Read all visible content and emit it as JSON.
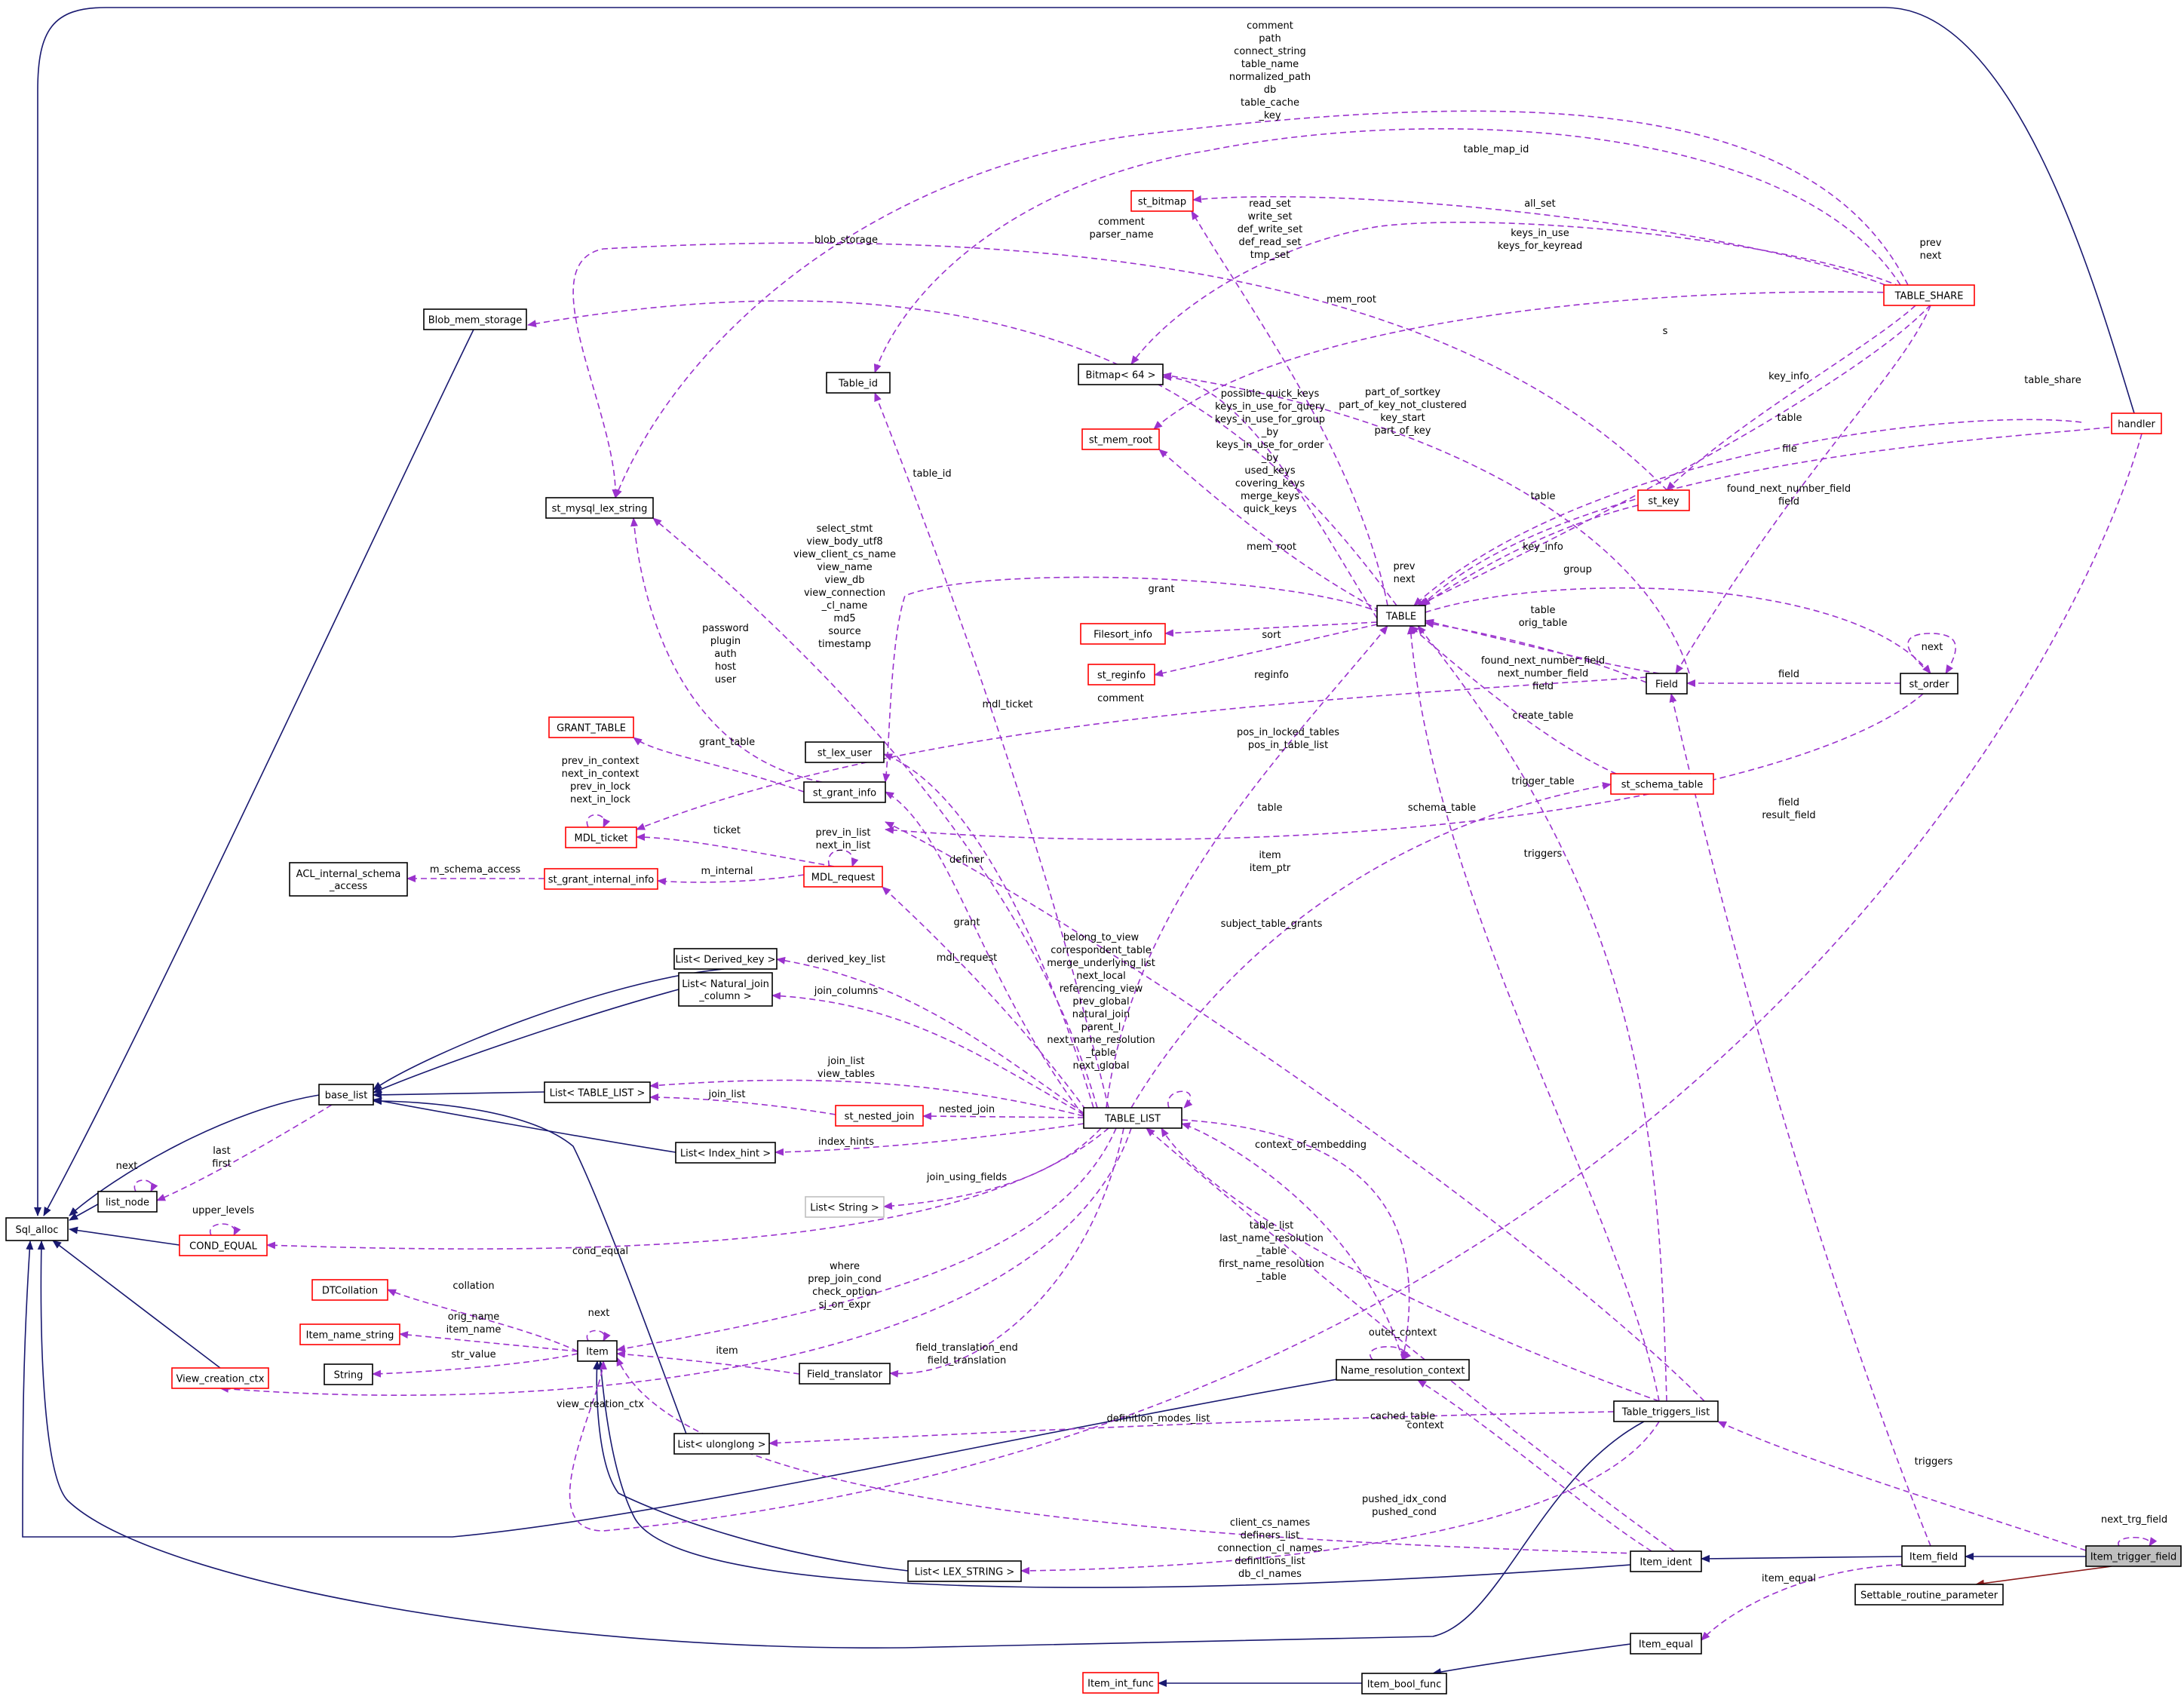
{
  "colors": {
    "inheritance": "#191970",
    "usage": "#9a32cd",
    "protected_inheritance": "#8b1a1a",
    "node_border_default": "#000000",
    "node_border_truncated": "#ff0000",
    "node_border_undocumented": "#bfbfbf",
    "focus_node_fill": "#bfbfbf"
  },
  "nodes": [
    {
      "id": "Sql_alloc",
      "label": "Sql_alloc",
      "border": "black"
    },
    {
      "id": "list_node",
      "label": "list_node",
      "border": "black"
    },
    {
      "id": "base_list",
      "label": "base_list",
      "border": "black"
    },
    {
      "id": "COND_EQUAL",
      "label": "COND_EQUAL",
      "border": "red"
    },
    {
      "id": "View_creation_ctx",
      "label": "View_creation_ctx",
      "border": "red"
    },
    {
      "id": "Blob_mem_storage",
      "label": "Blob_mem_storage",
      "border": "black"
    },
    {
      "id": "st_mysql_lex_string",
      "label": "st_mysql_lex_string",
      "border": "black"
    },
    {
      "id": "GRANT_TABLE",
      "label": "GRANT_TABLE",
      "border": "red"
    },
    {
      "id": "MDL_ticket",
      "label": "MDL_ticket",
      "border": "red"
    },
    {
      "id": "ACL_internal_schema_access",
      "label": [
        "ACL_internal_schema",
        "_access"
      ],
      "border": "black"
    },
    {
      "id": "st_grant_internal_info",
      "label": "st_grant_internal_info",
      "border": "red"
    },
    {
      "id": "st_lex_user",
      "label": "st_lex_user",
      "border": "black"
    },
    {
      "id": "st_grant_info",
      "label": "st_grant_info",
      "border": "black"
    },
    {
      "id": "MDL_request",
      "label": "MDL_request",
      "border": "red"
    },
    {
      "id": "Table_id",
      "label": "Table_id",
      "border": "black"
    },
    {
      "id": "st_bitmap",
      "label": "st_bitmap",
      "border": "red"
    },
    {
      "id": "Bitmap64",
      "label": "Bitmap< 64 >",
      "border": "black"
    },
    {
      "id": "st_mem_root",
      "label": "st_mem_root",
      "border": "red"
    },
    {
      "id": "Filesort_info",
      "label": "Filesort_info",
      "border": "red"
    },
    {
      "id": "st_reginfo",
      "label": "st_reginfo",
      "border": "red"
    },
    {
      "id": "TABLE",
      "label": "TABLE",
      "border": "black"
    },
    {
      "id": "TABLE_SHARE",
      "label": "TABLE_SHARE",
      "border": "red"
    },
    {
      "id": "st_key",
      "label": "st_key",
      "border": "red"
    },
    {
      "id": "handler",
      "label": "handler",
      "border": "red"
    },
    {
      "id": "Field",
      "label": "Field",
      "border": "black"
    },
    {
      "id": "st_order",
      "label": "st_order",
      "border": "black"
    },
    {
      "id": "st_schema_table",
      "label": "st_schema_table",
      "border": "red"
    },
    {
      "id": "List_Derived_key",
      "label": "List< Derived_key >",
      "border": "black"
    },
    {
      "id": "List_Natural_join_column",
      "label": [
        "List< Natural_join",
        "_column >"
      ],
      "border": "black"
    },
    {
      "id": "List_TABLE_LIST",
      "label": "List< TABLE_LIST >",
      "border": "black"
    },
    {
      "id": "st_nested_join",
      "label": "st_nested_join",
      "border": "red"
    },
    {
      "id": "List_Index_hint",
      "label": "List< Index_hint >",
      "border": "black"
    },
    {
      "id": "List_String",
      "label": "List< String >",
      "border": "grey"
    },
    {
      "id": "TABLE_LIST",
      "label": "TABLE_LIST",
      "border": "black"
    },
    {
      "id": "DTCollation",
      "label": "DTCollation",
      "border": "red"
    },
    {
      "id": "Item_name_string",
      "label": "Item_name_string",
      "border": "red"
    },
    {
      "id": "String",
      "label": "String",
      "border": "black"
    },
    {
      "id": "Item",
      "label": "Item",
      "border": "black"
    },
    {
      "id": "Field_translator",
      "label": "Field_translator",
      "border": "black"
    },
    {
      "id": "Name_resolution_context",
      "label": "Name_resolution_context",
      "border": "black"
    },
    {
      "id": "List_ulonglong",
      "label": "List< ulonglong >",
      "border": "black"
    },
    {
      "id": "Table_triggers_list",
      "label": "Table_triggers_list",
      "border": "black"
    },
    {
      "id": "List_LEX_STRING",
      "label": "List< LEX_STRING >",
      "border": "black"
    },
    {
      "id": "Item_ident",
      "label": "Item_ident",
      "border": "black"
    },
    {
      "id": "Item_field",
      "label": "Item_field",
      "border": "black"
    },
    {
      "id": "Item_trigger_field",
      "label": "Item_trigger_field",
      "border": "black",
      "focus": true
    },
    {
      "id": "Settable_routine_parameter",
      "label": "Settable_routine_parameter",
      "border": "black"
    },
    {
      "id": "Item_equal",
      "label": "Item_equal",
      "border": "black"
    },
    {
      "id": "Item_bool_func",
      "label": "Item_bool_func",
      "border": "black"
    },
    {
      "id": "Item_int_func",
      "label": "Item_int_func",
      "border": "red"
    }
  ],
  "edge_labels": [
    {
      "id": "lbl-share-members",
      "lines": [
        "comment",
        "path",
        "connect_string",
        "table_name",
        "normalized_path",
        "db",
        "table_cache",
        "_key"
      ]
    },
    {
      "id": "lbl-table-map-id",
      "lines": [
        "table_map_id"
      ]
    },
    {
      "id": "lbl-bitmap-sets",
      "lines": [
        "read_set",
        "write_set",
        "def_write_set",
        "def_read_set",
        "tmp_set"
      ]
    },
    {
      "id": "lbl-all-set",
      "lines": [
        "all_set"
      ]
    },
    {
      "id": "lbl-keys-in-use",
      "lines": [
        "keys_in_use",
        "keys_for_keyread"
      ]
    },
    {
      "id": "lbl-prev-next-share",
      "lines": [
        "prev",
        "next"
      ]
    },
    {
      "id": "lbl-comment-parser",
      "lines": [
        "comment",
        "parser_name"
      ]
    },
    {
      "id": "lbl-blob-storage",
      "lines": [
        "blob_storage"
      ]
    },
    {
      "id": "lbl-mem-root-share",
      "lines": [
        "mem_root"
      ]
    },
    {
      "id": "lbl-s",
      "lines": [
        "s"
      ]
    },
    {
      "id": "lbl-table-share",
      "lines": [
        "table_share"
      ]
    },
    {
      "id": "lbl-part-of-sortkey",
      "lines": [
        "part_of_sortkey",
        "part_of_key_not_clustered",
        "key_start",
        "part_of_key"
      ]
    },
    {
      "id": "lbl-key-info-share",
      "lines": [
        "key_info"
      ]
    },
    {
      "id": "lbl-possible-quick-keys",
      "lines": [
        "possible_quick_keys",
        "keys_in_use_for_query",
        "keys_in_use_for_group",
        "_by",
        "keys_in_use_for_order",
        "_by",
        "used_keys",
        "covering_keys",
        "merge_keys",
        "quick_keys"
      ]
    },
    {
      "id": "lbl-table-handler",
      "lines": [
        "table"
      ]
    },
    {
      "id": "lbl-file",
      "lines": [
        "file"
      ]
    },
    {
      "id": "lbl-found-next-share",
      "lines": [
        "found_next_number_field",
        "field"
      ]
    },
    {
      "id": "lbl-table-id",
      "lines": [
        "table_id"
      ]
    },
    {
      "id": "lbl-table-stkey",
      "lines": [
        "table"
      ]
    },
    {
      "id": "lbl-mem-root-table",
      "lines": [
        "mem_root"
      ]
    },
    {
      "id": "lbl-key-info-table",
      "lines": [
        "key_info"
      ]
    },
    {
      "id": "lbl-prev-next-table",
      "lines": [
        "prev",
        "next"
      ]
    },
    {
      "id": "lbl-view-strings",
      "lines": [
        "select_stmt",
        "view_body_utf8",
        "view_client_cs_name",
        "view_name",
        "view_db",
        "view_connection",
        "_cl_name",
        "md5",
        "source",
        "timestamp"
      ]
    },
    {
      "id": "lbl-grant",
      "lines": [
        "grant"
      ]
    },
    {
      "id": "lbl-group",
      "lines": [
        "group"
      ]
    },
    {
      "id": "lbl-table-orig-table",
      "lines": [
        "table",
        "orig_table"
      ]
    },
    {
      "id": "lbl-password",
      "lines": [
        "password",
        "plugin",
        "auth",
        "host",
        "user"
      ]
    },
    {
      "id": "lbl-sort",
      "lines": [
        "sort"
      ]
    },
    {
      "id": "lbl-reginfo",
      "lines": [
        "reginfo"
      ]
    },
    {
      "id": "lbl-found-next-field",
      "lines": [
        "found_next_number_field",
        "next_number_field",
        "field"
      ]
    },
    {
      "id": "lbl-field-order",
      "lines": [
        "field"
      ]
    },
    {
      "id": "lbl-next-order",
      "lines": [
        "next"
      ]
    },
    {
      "id": "lbl-comment-field",
      "lines": [
        "comment"
      ]
    },
    {
      "id": "lbl-mdl-ticket",
      "lines": [
        "mdl_ticket"
      ]
    },
    {
      "id": "lbl-create-table",
      "lines": [
        "create_table"
      ]
    },
    {
      "id": "lbl-pos-in-locked",
      "lines": [
        "pos_in_locked_tables",
        "pos_in_table_list"
      ]
    },
    {
      "id": "lbl-grant-table",
      "lines": [
        "grant_table"
      ]
    },
    {
      "id": "lbl-ticket-links",
      "lines": [
        "prev_in_context",
        "next_in_context",
        "prev_in_lock",
        "next_in_lock"
      ]
    },
    {
      "id": "lbl-trigger-table",
      "lines": [
        "trigger_table"
      ]
    },
    {
      "id": "lbl-table-tl",
      "lines": [
        "table"
      ]
    },
    {
      "id": "lbl-schema-table",
      "lines": [
        "schema_table"
      ]
    },
    {
      "id": "lbl-field-result",
      "lines": [
        "field",
        "result_field"
      ]
    },
    {
      "id": "lbl-ticket",
      "lines": [
        "ticket"
      ]
    },
    {
      "id": "lbl-definer",
      "lines": [
        "definer"
      ]
    },
    {
      "id": "lbl-item-ptr",
      "lines": [
        "item",
        "item_ptr"
      ]
    },
    {
      "id": "lbl-triggers-table",
      "lines": [
        "triggers"
      ]
    },
    {
      "id": "lbl-m-schema-access",
      "lines": [
        "m_schema_access"
      ]
    },
    {
      "id": "lbl-m-internal",
      "lines": [
        "m_internal"
      ]
    },
    {
      "id": "lbl-prev-next-in-list",
      "lines": [
        "prev_in_list",
        "next_in_list"
      ]
    },
    {
      "id": "lbl-subject-table-grants",
      "lines": [
        "subject_table_grants"
      ]
    },
    {
      "id": "lbl-grant-tl",
      "lines": [
        "grant"
      ]
    },
    {
      "id": "lbl-belong-to-view",
      "lines": [
        "belong_to_view",
        "correspondent_table",
        "merge_underlying_list",
        "next_local",
        "referencing_view",
        "prev_global",
        "natural_join",
        "parent_l",
        "next_name_resolution",
        "_table",
        "next_global"
      ]
    },
    {
      "id": "lbl-mdl-request",
      "lines": [
        "mdl_request"
      ]
    },
    {
      "id": "lbl-derived-key-list",
      "lines": [
        "derived_key_list"
      ]
    },
    {
      "id": "lbl-join-columns",
      "lines": [
        "join_columns"
      ]
    },
    {
      "id": "lbl-join-list-view-tables",
      "lines": [
        "join_list",
        "view_tables"
      ]
    },
    {
      "id": "lbl-join-list",
      "lines": [
        "join_list"
      ]
    },
    {
      "id": "lbl-nested-join",
      "lines": [
        "nested_join"
      ]
    },
    {
      "id": "lbl-index-hints",
      "lines": [
        "index_hints"
      ]
    },
    {
      "id": "lbl-last-first",
      "lines": [
        "last",
        "first"
      ]
    },
    {
      "id": "lbl-next-list-node",
      "lines": [
        "next"
      ]
    },
    {
      "id": "lbl-context-of-embedding",
      "lines": [
        "context_of_embedding"
      ]
    },
    {
      "id": "lbl-join-using-fields",
      "lines": [
        "join_using_fields"
      ]
    },
    {
      "id": "lbl-upper-levels",
      "lines": [
        "upper_levels"
      ]
    },
    {
      "id": "lbl-cond-equal",
      "lines": [
        "cond_equal"
      ]
    },
    {
      "id": "lbl-table-list-names",
      "lines": [
        "table_list",
        "last_name_resolution",
        "_table",
        "first_name_resolution",
        "_table"
      ]
    },
    {
      "id": "lbl-collation",
      "lines": [
        "collation"
      ]
    },
    {
      "id": "lbl-next-item",
      "lines": [
        "next"
      ]
    },
    {
      "id": "lbl-where",
      "lines": [
        "where",
        "prep_join_cond",
        "check_option",
        "sj_on_expr"
      ]
    },
    {
      "id": "lbl-orig-name",
      "lines": [
        "orig_name",
        "item_name"
      ]
    },
    {
      "id": "lbl-outer-context",
      "lines": [
        "outer_context"
      ]
    },
    {
      "id": "lbl-str-value",
      "lines": [
        "str_value"
      ]
    },
    {
      "id": "lbl-item-ft",
      "lines": [
        "item"
      ]
    },
    {
      "id": "lbl-field-translation",
      "lines": [
        "field_translation_end",
        "field_translation"
      ]
    },
    {
      "id": "lbl-view-creation-ctx",
      "lines": [
        "view_creation_ctx"
      ]
    },
    {
      "id": "lbl-definition-modes",
      "lines": [
        "definition_modes_list"
      ]
    },
    {
      "id": "lbl-cached-table",
      "lines": [
        "cached_table"
      ]
    },
    {
      "id": "lbl-context",
      "lines": [
        "context"
      ]
    },
    {
      "id": "lbl-pushed-cond",
      "lines": [
        "pushed_idx_cond",
        "pushed_cond"
      ]
    },
    {
      "id": "lbl-triggers-itf",
      "lines": [
        "triggers"
      ]
    },
    {
      "id": "lbl-next-trg-field",
      "lines": [
        "next_trg_field"
      ]
    },
    {
      "id": "lbl-cs-names",
      "lines": [
        "client_cs_names",
        "definers_list",
        "connection_cl_names",
        "definitions_list",
        "db_cl_names"
      ]
    },
    {
      "id": "lbl-item-equal",
      "lines": [
        "item_equal"
      ]
    }
  ]
}
